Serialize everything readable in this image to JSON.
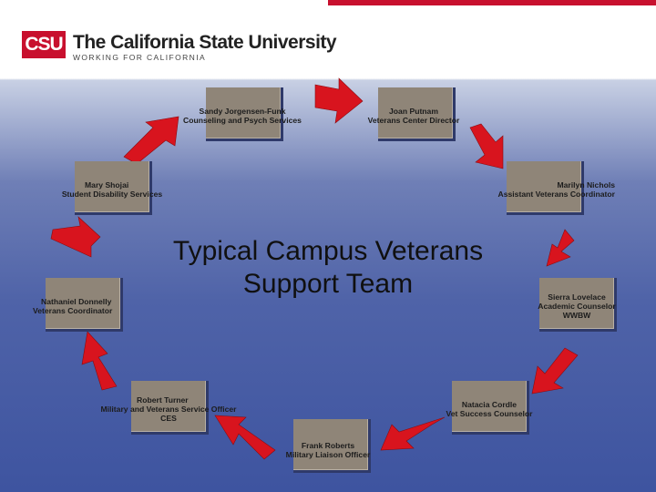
{
  "header": {
    "logo_mark": "CSU",
    "title": "The California State University",
    "subtitle": "WORKING FOR CALIFORNIA"
  },
  "title": {
    "line1": "Typical Campus Veterans",
    "line2": "Support Team"
  },
  "members": [
    {
      "name": "Sandy Jorgensen-Funk",
      "role": "Counseling and Psych Services"
    },
    {
      "name": "Joan Putnam",
      "role": "Veterans Center Director"
    },
    {
      "name": "Marilyn Nichols",
      "role": "Assistant Veterans Coordinator"
    },
    {
      "name": "Sierra Lovelace",
      "role": "Academic Counselor",
      "role2": "WWBW"
    },
    {
      "name": "Natacia Cordle",
      "role": "Vet Success Counselor"
    },
    {
      "name": "Frank Roberts",
      "role": "Military Liaison Officer"
    },
    {
      "name": "Robert Turner",
      "role": "Military and Veterans Service Officer",
      "role2": "CES"
    },
    {
      "name": "Nathaniel Donnelly",
      "role": "Veterans Coordinator"
    },
    {
      "name": "Mary Shojai",
      "role": "Student Disability Services"
    }
  ],
  "colors": {
    "accent": "#c8102e",
    "box": "#8f8578",
    "arrow": "#d8141e",
    "background_top": "#6f7fb6",
    "background_bottom": "#3e54a0"
  }
}
